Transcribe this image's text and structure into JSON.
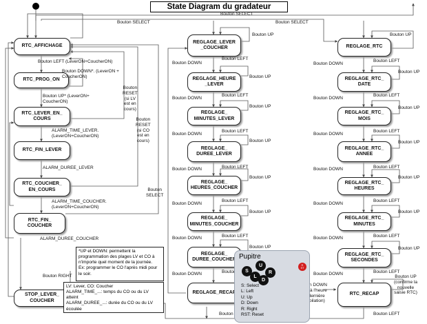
{
  "title": "State Diagram du gradateur",
  "states": {
    "rtc_affichage": "RTC_AFFICHAGE",
    "rtc_prog_on": "RTC_PROG_ON",
    "rtc_lever_en_cours": "RTC_LEVER_EN_\nCOURS",
    "rtc_fin_lever": "RTC_FIN_LEVER",
    "rtc_coucher_en_cours": "RTC_COUCHER_\nEN_COURS",
    "rtc_fin_coucher": "RTC_FIN_\nCOUCHER",
    "stop_lever_coucher": "STOP_LEVER_\nCOUCHER",
    "reglage_lever_coucher": "REGLAGE_LEVER\n_COUCHER",
    "reglage_heure_lever": "REGLAGE_HEURE\n_LEVER",
    "reglage_minutes_lever": "REGLAGE_\nMINUTES_LEVER",
    "reglage_duree_lever": "REGLAGE_\nDUREE_LEVER",
    "reglage_heures_coucher": "REGLAGE_\nHEURES_COUCHER",
    "reglage_minutes_coucher": "REGLAGE_\nMINUTES_COUCHER",
    "reglage_duree_coucher": "REGLAGE_\nDUREE_COUCHER",
    "reglage_recap": "REGLAGE_RECAP",
    "reglage_rtc": "REGLAGE_RTC",
    "reglage_rtc_date": "REGLAGE_RTC_\nDATE",
    "reglage_rtc_mois": "REGLAGE_RTC_\nMOIS",
    "reglage_rtc_annee": "REGLAGE_RTC_\nANNEE",
    "reglage_rtc_heures": "REGLAGE_RTC_\nHEURES",
    "reglage_rtc_minutes": "REGLAGE_RTC_\nMINUTES",
    "reglage_rtc_secondes": "REGLAGE_RTC_\nSECONDES",
    "rtc_recap": "RTC_RECAP"
  },
  "labels": {
    "bouton_select": "Bouton SELECT",
    "bouton_select_2": "Bouton SELECT",
    "bouton_select_left": "Bouton\nSELECT",
    "bouton_left_lever_coucher_on": "Bouton LEFT (LeverON+CoucherON)",
    "bouton_down_star": "Bouton DOWN*. (LeverON +\nCoucherON)",
    "bouton_up_star": "Bouton UP* (LeverON+\nCoucherON)",
    "alarm_time_lever": "ALARM_TIME_LEVER.\n(LeverON+CoucherON)",
    "alarm_duree_lever": "ALARM_DUREE_LEVER",
    "alarm_time_coucher": "ALARM_TIME_COUCHER.\n(LeverON+CoucherON)",
    "alarm_duree_coucher": "ALARM_DUREE_COUCHER",
    "bouton_reset_lv": "Bouton\nRESET\n(si LV\nest en\ncours)",
    "bouton_reset_co": "Bouton\nRESET\n(si CO\nest en\ncours)",
    "bouton_right": "Bouton RIGHT",
    "bouton_left_bottom": "Bouton LEFT",
    "bouton_up": "Bouton UP",
    "bouton_down": "Bouton DOWN",
    "bouton_left": "Bouton LEFT",
    "bouton_up_confirme": "Bouton UP\n(confirme la\nnouvelle\nsaisie RTC)",
    "bouton_down_mise": "Bouton DOWN\n(mise à l'heure\nà la dernière\nCompilation)"
  },
  "notes": {
    "note1": [
      "*UP et DOWN: permettent la programmation des plages LV et CO à n'importe quel moment de la journée.",
      "Ex: programmer le CO l'après midi pour le soir."
    ],
    "note2": [
      "LV: Lever, CO: Coucher",
      "ALARM_TIME_...: temps du CO ou du LV atteint",
      "ALARM_DUREE_...: durée du CO ou du LV écoulée"
    ]
  },
  "pupitre": {
    "title": "Pupitre",
    "keys": {
      "s": "S",
      "u": "U",
      "l": "L",
      "r": "R",
      "d": "D"
    },
    "rst": "R\nST",
    "legend": [
      "S: Select",
      "L: Left",
      "U: Up",
      "D: Down",
      "R: Right",
      "RST: Reset"
    ]
  }
}
